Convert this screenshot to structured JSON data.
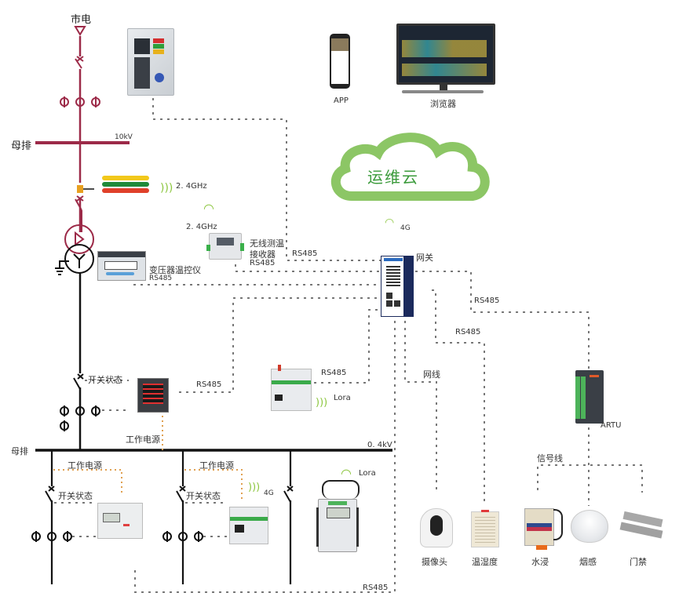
{
  "title": "配电室运维系统拓扑图",
  "hv_side": {
    "source_label": "市电",
    "busbar_label": "母排",
    "voltage_label": "10kV",
    "wireless_sensor_freq": "2. 4GHz",
    "receiver_freq": "2. 4GHz",
    "receiver_label_line1": "无线测温",
    "receiver_label_line2": "接收器",
    "receiver_protocol": "RS485",
    "transformer_controller_label": "变压器温控仪",
    "transformer_controller_protocol": "RS485"
  },
  "top": {
    "app_label": "APP",
    "browser_label": "浏览器",
    "cloud_label": "运维云",
    "cloud_link": "4G"
  },
  "gateway": {
    "label": "网关",
    "link_receiver": "RS485",
    "link_artu": "RS485",
    "link_sensors": "RS485",
    "link_camera": "网线"
  },
  "lv_side": {
    "switch_status_label": "开关状态",
    "work_power_label": "工作电源",
    "meter_protocol": "RS485",
    "lora_module_protocol": "RS485",
    "lora_label": "Lora",
    "busbar_label": "母排",
    "voltage_label": "0. 4kV",
    "feeders": [
      {
        "switch_status": "开关状态",
        "work_power": "工作电源",
        "wireless": ""
      },
      {
        "switch_status": "开关状态",
        "work_power": "工作电源",
        "wireless": "4G"
      },
      {
        "switch_status": "",
        "work_power": "",
        "wireless": "Lora"
      }
    ],
    "bottom_bus_protocol": "RS485"
  },
  "artu": {
    "label": "ARTU",
    "signal_label": "信号线"
  },
  "sensors": [
    {
      "label": "摄像头"
    },
    {
      "label": "温湿度"
    },
    {
      "label": "水浸"
    },
    {
      "label": "烟感"
    },
    {
      "label": "门禁"
    }
  ],
  "colors": {
    "hv_line": "#9c2a48",
    "lv_line": "#111111",
    "comm_dotted": "#777777",
    "power_dotted": "#e0a050",
    "wireless_icon": "#8cc63f",
    "cloud": "#8cc665",
    "cloud_text": "#3a9a3a"
  }
}
